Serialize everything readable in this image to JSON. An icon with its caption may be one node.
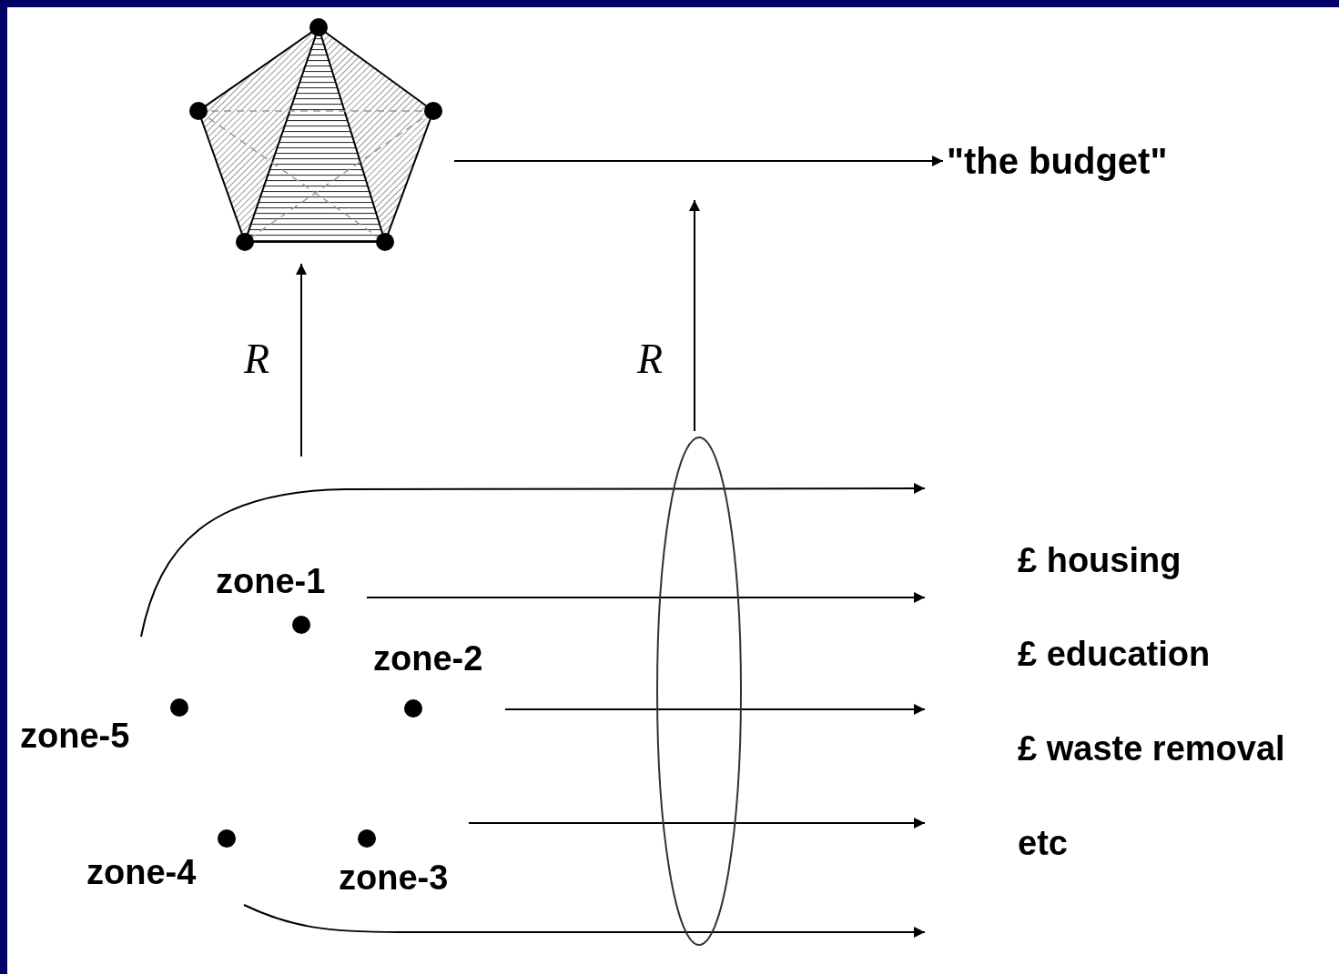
{
  "diagram": {
    "nodes": [
      {
        "text": [],
        "shape": "pentagon"
      },
      {
        "text": [
          "\"the budget\""
        ]
      },
      {
        "text": [],
        "shape": "ellipse"
      }
    ],
    "edges": [
      {
        "from": null,
        "to": 0,
        "arrow": "to",
        "label": "R"
      },
      {
        "from": 0,
        "to": 1,
        "arrow": "to"
      },
      {
        "from": 2,
        "to": null,
        "arrow": "to",
        "label": "R"
      }
    ],
    "labels": [
      "£ housing",
      "zone-1",
      "£ education",
      "zone-2",
      "zone-5",
      "£ waste removal",
      "etc",
      "zone-4",
      "zone-3"
    ]
  }
}
